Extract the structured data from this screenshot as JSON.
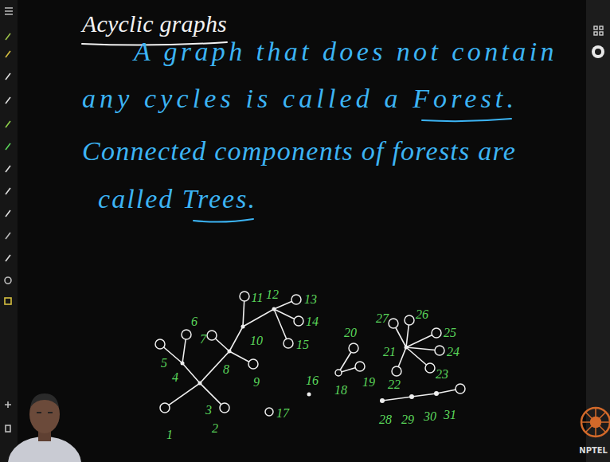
{
  "diagram": {
    "title": "Acyclic graphs",
    "labels": [
      "A graph that does not contain",
      "any cycles is called a Forest.",
      "Connected components of forests are",
      "called Trees.",
      "1",
      "2",
      "3",
      "4",
      "5",
      "6",
      "7",
      "8",
      "9",
      "10",
      "11",
      "12",
      "13",
      "14",
      "15",
      "16",
      "17",
      "18",
      "19",
      "20",
      "21",
      "22",
      "23",
      "24",
      "25",
      "26",
      "27",
      "28",
      "29",
      "30",
      "31",
      "NPTEL"
    ]
  }
}
